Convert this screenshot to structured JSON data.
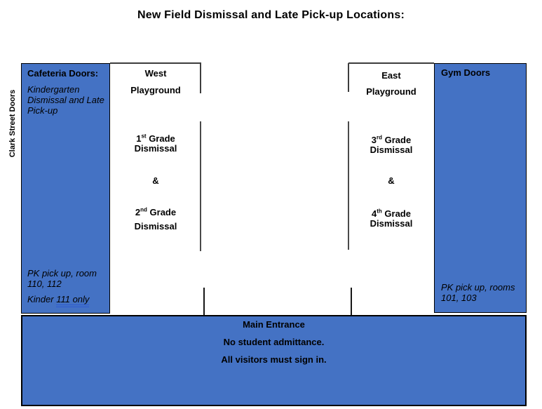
{
  "title": "New Field Dismissal and Late Pick-up Locations:",
  "colors": {
    "box_blue": "#4472C4",
    "wall_gray": "#3d3d3d",
    "grammar_underline_blue": "#2e5ad0"
  },
  "left_edge_label": "Clark Street Doors",
  "cafeteria_box": {
    "heading": "Cafeteria Doors:",
    "note_lines": [
      "Kindergarten",
      "Dismissal and Late",
      "Pick-up"
    ],
    "pk_lines": [
      "PK pick up, room",
      "110, 112"
    ],
    "kinder_prefix": "Kinder ",
    "kinder_underlined": "111  only"
  },
  "west_playground": {
    "name_line1": "West",
    "name_line2": "Playground",
    "grade1": {
      "num": "1",
      "ordinal": "st",
      "rest": " Grade"
    },
    "grade1_line2": "Dismissal",
    "ampersand": "&",
    "grade2": {
      "num": "2",
      "ordinal": "nd",
      "rest": " Grade"
    },
    "grade2_line2": "Dismissal"
  },
  "east_playground": {
    "name_line1": "East",
    "name_line2": "Playground",
    "grade1": {
      "num": "3",
      "ordinal": "rd",
      "rest": " Grade"
    },
    "grade1_line2": "Dismissal",
    "ampersand": "&",
    "grade2": {
      "num": "4",
      "ordinal": "th",
      "rest": " Grade"
    },
    "grade2_line2": "Dismissal"
  },
  "gym_box": {
    "heading": "Gym Doors",
    "pk_lines": [
      "PK pick up, rooms",
      "101, 103"
    ]
  },
  "main_entrance": {
    "line1": "Main Entrance",
    "line2": "No student admittance.",
    "line3": "All visitors must sign in."
  }
}
